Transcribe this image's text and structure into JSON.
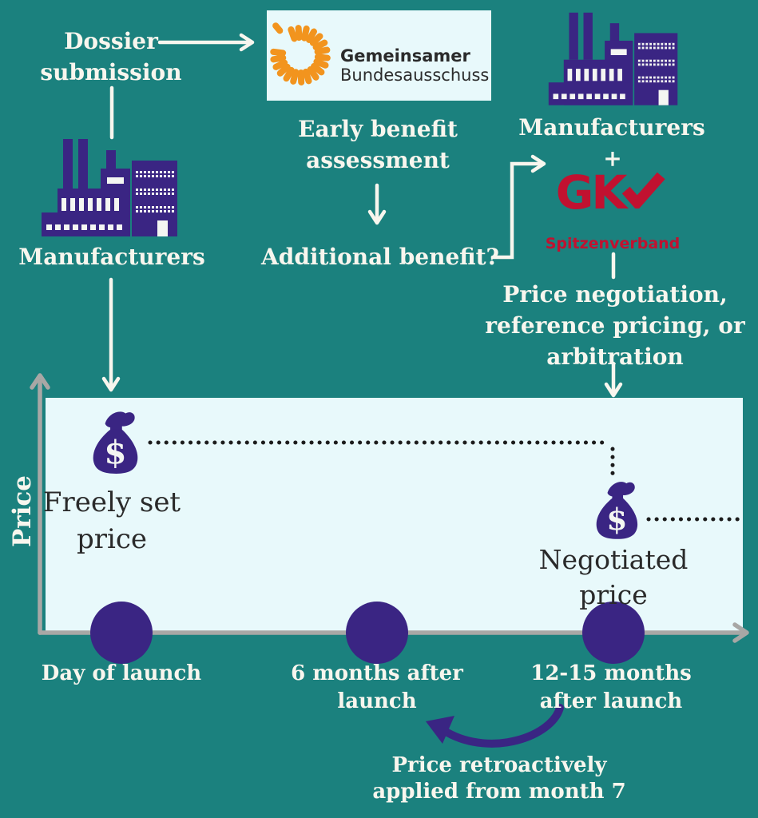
{
  "colors": {
    "background": "#1b817e",
    "panel": "#e8f9fb",
    "purple": "#3a2583",
    "orange": "#f2941e",
    "red": "#c11130",
    "axis_gray": "#a8a7a5",
    "text_light": "#f8f6ee",
    "text_dark": "#2a2a2a",
    "dotted_line": "#1c1c1c"
  },
  "flow": {
    "dossier_submission": {
      "lines": [
        "Dossier",
        "submission"
      ]
    },
    "gba_logo": {
      "line1": "Gemeinsamer",
      "line2": "Bundesausschuss"
    },
    "manufacturers_left": {
      "label": "Manufacturers"
    },
    "early_benefit_assessment": {
      "lines": [
        "Early benefit",
        "assessment"
      ]
    },
    "additional_benefit": {
      "label": "Additional benefit?"
    },
    "manufacturers_right": {
      "label": "Manufacturers"
    },
    "plus_sign": "+",
    "gkv_logo": {
      "letters": "GK",
      "subtitle": "Spitzenverband"
    },
    "price_negotiation": {
      "lines": [
        "Price negotiation,",
        "reference pricing, or",
        "arbitration"
      ]
    }
  },
  "chart": {
    "y_axis_label": "Price",
    "money_bag_symbol": "$",
    "freely_set_price": {
      "lines": [
        "Freely set",
        "price"
      ]
    },
    "negotiated_price": {
      "lines": [
        "Negotiated",
        "price"
      ]
    },
    "timeline_points": [
      {
        "lines": [
          "Day of launch"
        ]
      },
      {
        "lines": [
          "6 months after",
          "launch"
        ]
      },
      {
        "lines": [
          "12-15 months",
          "after launch"
        ]
      }
    ],
    "retro_note": {
      "lines": [
        "Price retroactively",
        "applied from month 7"
      ]
    }
  },
  "chart_data": {
    "type": "line",
    "ylabel": "Price",
    "x_categories": [
      "Day of launch",
      "6 months after launch",
      "12-15 months after launch"
    ],
    "series": [
      {
        "name": "Freely set price",
        "style": "dotted",
        "level": "high",
        "span": "from launch until 12-15 months"
      },
      {
        "name": "Negotiated price",
        "style": "dotted",
        "level": "lower",
        "span": "from 12-15 months onward"
      }
    ],
    "annotations": [
      "Price retroactively applied from month 7"
    ]
  }
}
